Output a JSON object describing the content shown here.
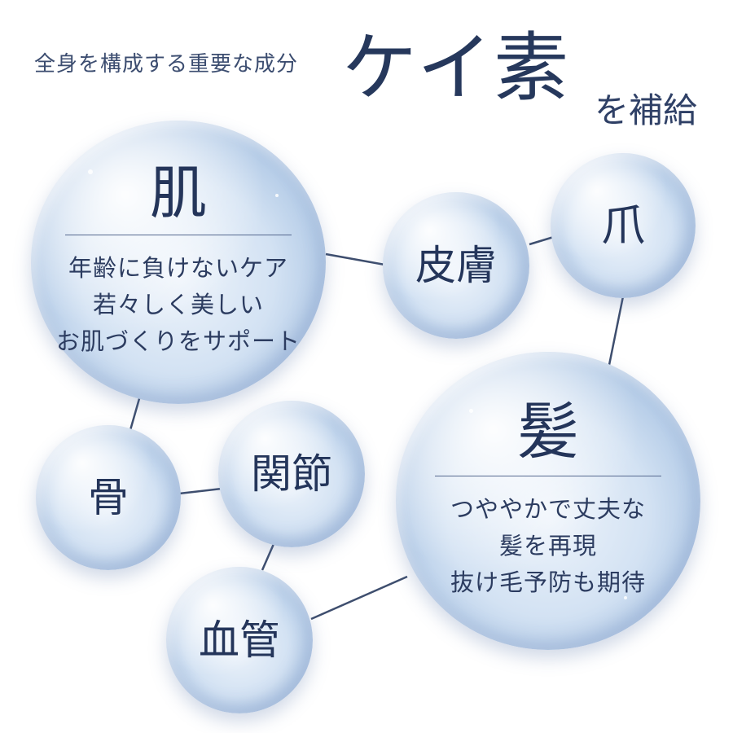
{
  "header": {
    "subtitle": "全身を構成する重要な成分",
    "main": "ケイ素",
    "tail": "を補給"
  },
  "colors": {
    "accent": "#26385c",
    "line": "#3e4e6e"
  },
  "bubbles": {
    "skin": {
      "title": "肌",
      "lines": [
        "年齢に負けないケア",
        "若々しく美しい",
        "お肌づくりをサポート"
      ]
    },
    "dermis": {
      "title": "皮膚"
    },
    "nail": {
      "title": "爪"
    },
    "hair": {
      "title": "髪",
      "lines": [
        "つややかで丈夫な",
        "髪を再現",
        "抜け毛予防も期待"
      ]
    },
    "bone": {
      "title": "骨"
    },
    "joint": {
      "title": "関節"
    },
    "vessel": {
      "title": "血管"
    }
  }
}
